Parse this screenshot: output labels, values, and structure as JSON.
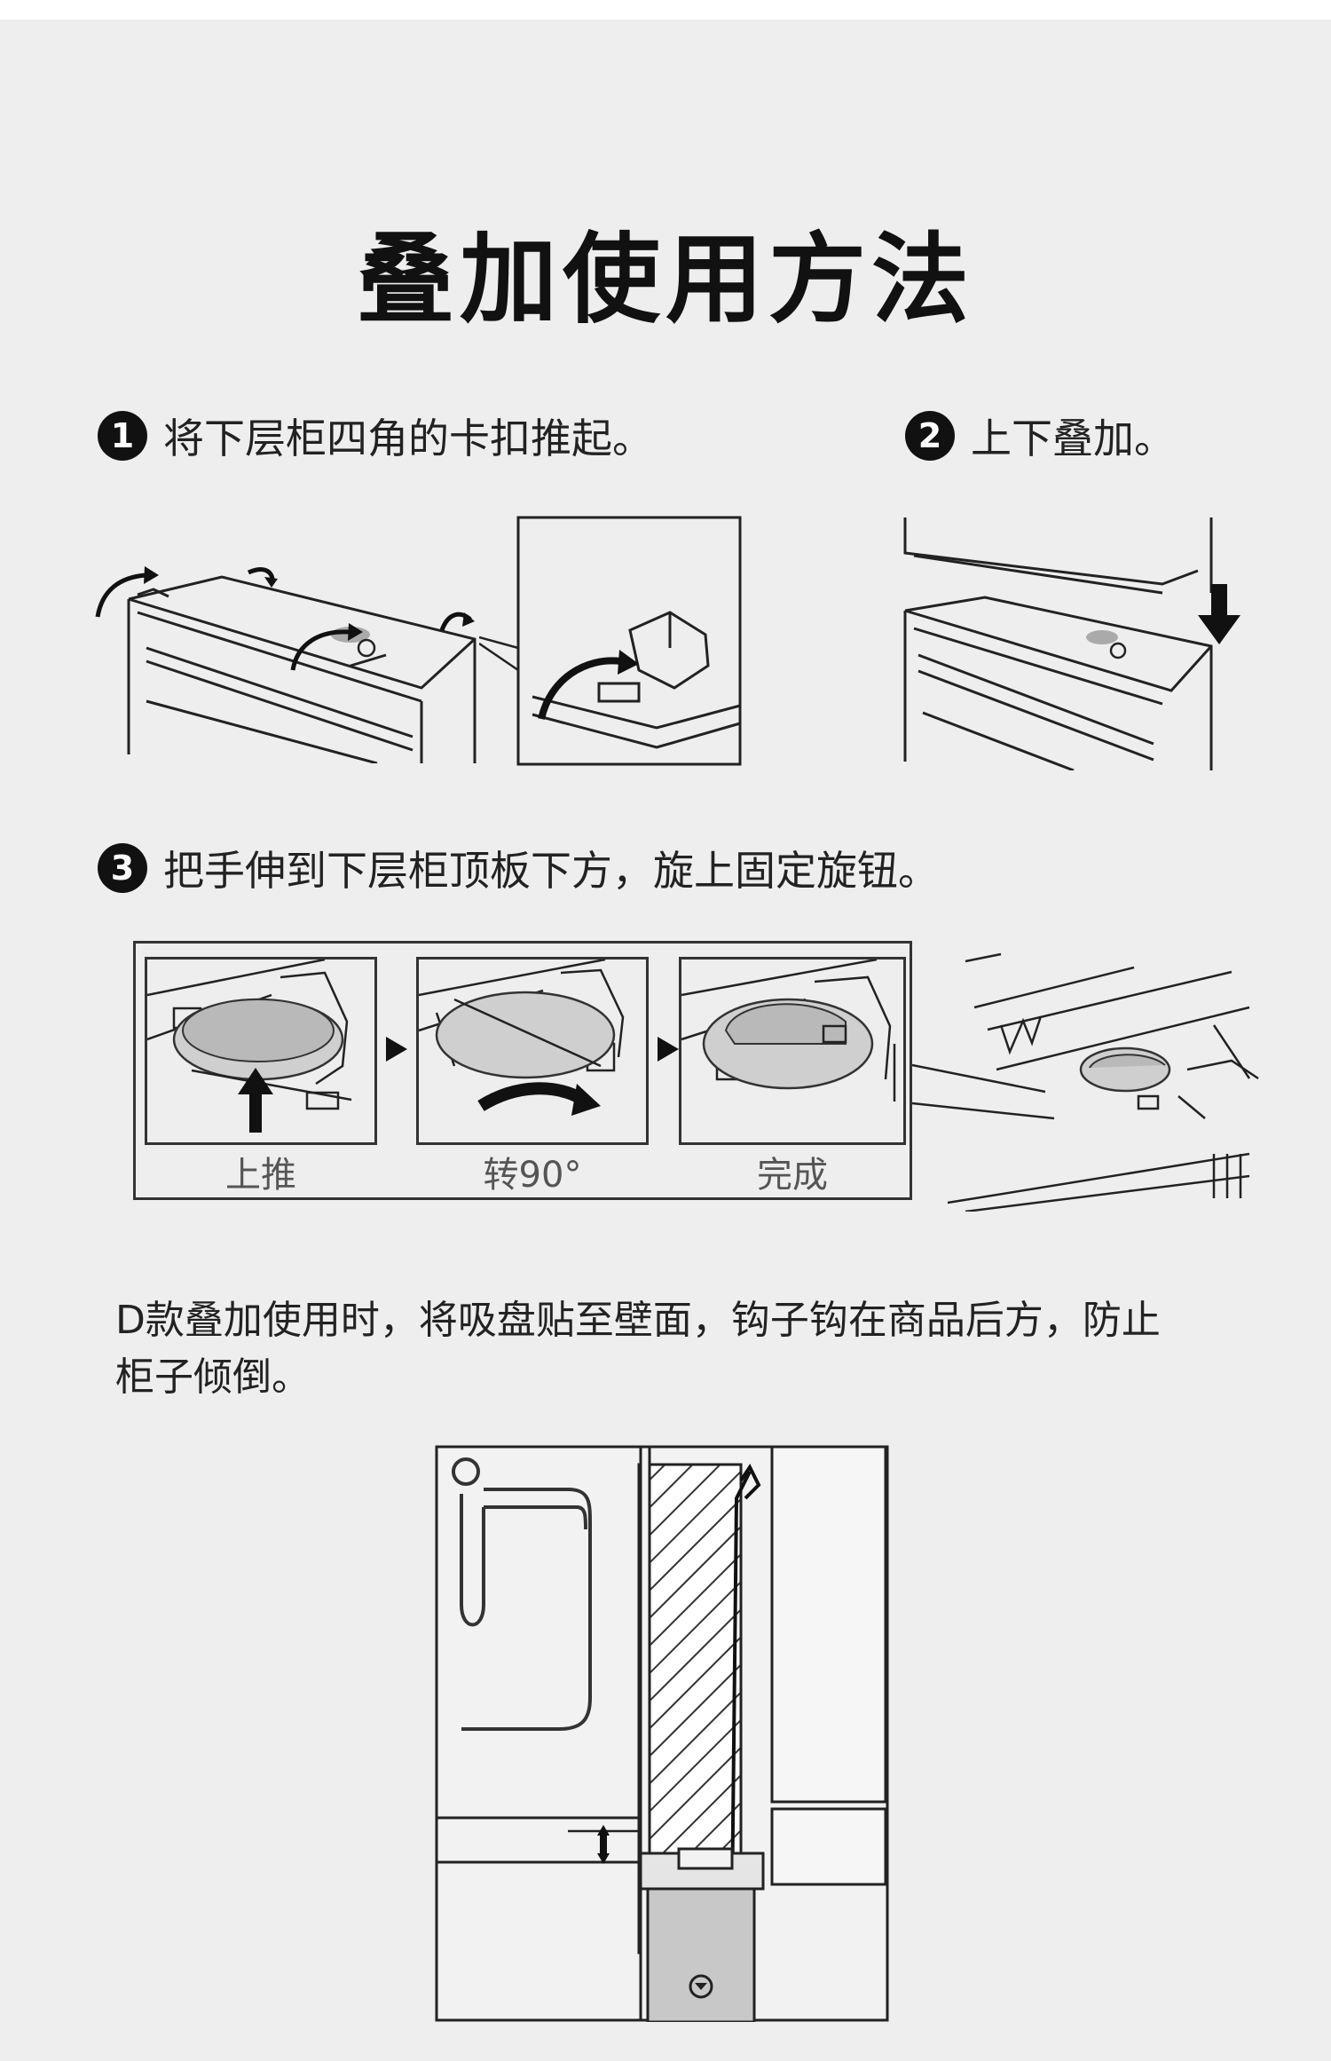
{
  "title": "叠加使用方法",
  "step1": {
    "number": "1",
    "text": "将下层柜四角的卡扣推起。"
  },
  "step2": {
    "number": "2",
    "text": "上下叠加。"
  },
  "step3": {
    "number": "3",
    "text": "把手伸到下层柜顶板下方，旋上固定旋钮。"
  },
  "step3_panels": [
    {
      "label": "上推"
    },
    {
      "label": "转90°"
    },
    {
      "label": "完成"
    }
  ],
  "note": {
    "line1": "D款叠加使用时，将吸盘贴至壁面，钩子钩在商品后方，防止",
    "line2": "柜子倾倒。"
  },
  "icons": {
    "curved_arrow": "curved-arrow-icon",
    "down_arrow": "down-arrow-icon",
    "up_arrow": "up-arrow-icon",
    "play_arrow": "triangle-right-icon",
    "double_arrow": "updown-arrow-icon"
  }
}
